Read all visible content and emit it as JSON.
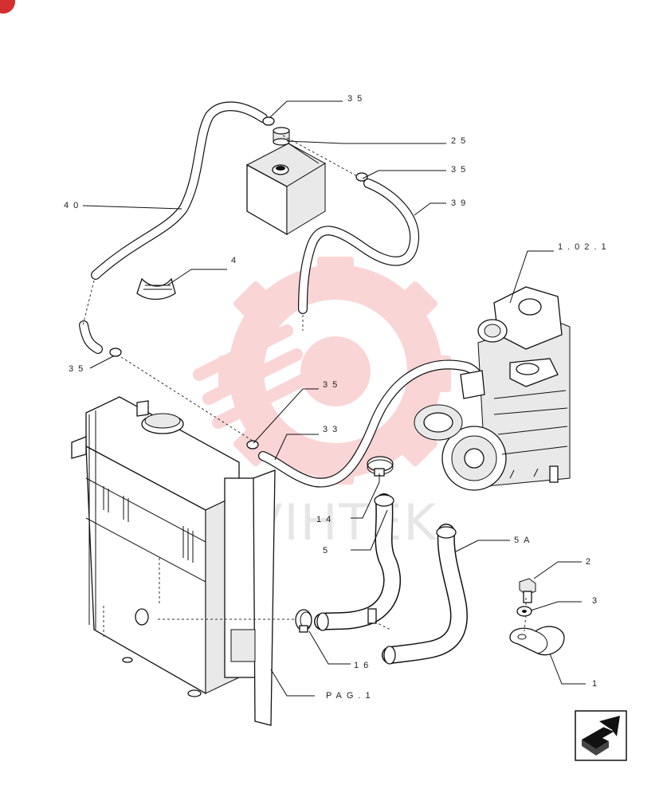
{
  "labels": {
    "l35a": "35",
    "l25": "25",
    "l35b": "35",
    "l39": "39",
    "l40": "40",
    "l4": "4",
    "l102": "1.02.1",
    "l35c": "35",
    "l35d": "35",
    "l33": "33",
    "l14": "14",
    "l5": "5",
    "l5a": "5A",
    "l2": "2",
    "l3": "3",
    "l16": "16",
    "l1": "1",
    "lpag": "PAG.1"
  },
  "watermark": {
    "text": "VIHTEK",
    "color": "#e53935"
  },
  "colors": {
    "line": "#111111",
    "watermark": "#f4a7a7",
    "badge": "#d32f2f"
  },
  "nav": {
    "icon": "next-page-arrow-icon"
  }
}
